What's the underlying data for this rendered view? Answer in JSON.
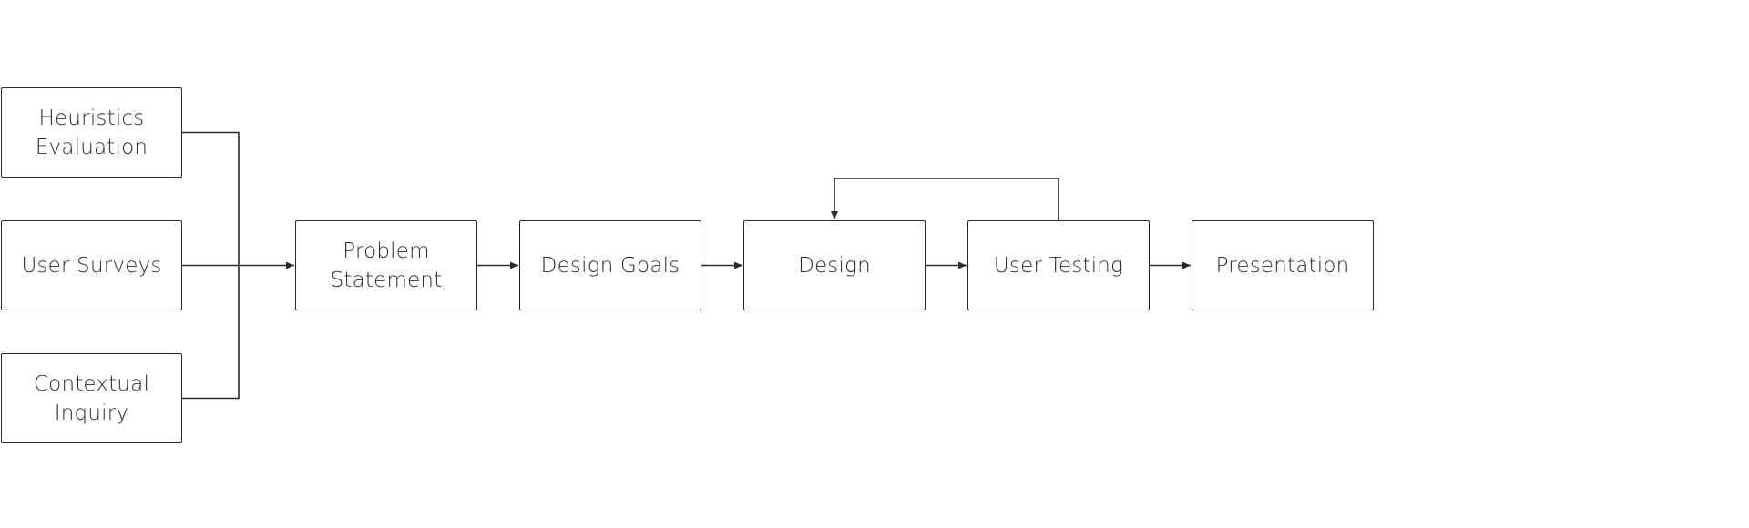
{
  "diagram": {
    "nodes": {
      "heuristics": "Heuristics\nEvaluation",
      "surveys": "User Surveys",
      "inquiry": "Contextual\nInquiry",
      "problem": "Problem\nStatement",
      "goals": "Design Goals",
      "design": "Design",
      "testing": "User Testing",
      "presentation": "Presentation"
    },
    "edges": [
      {
        "from": "heuristics",
        "to": "problem"
      },
      {
        "from": "surveys",
        "to": "problem"
      },
      {
        "from": "inquiry",
        "to": "problem"
      },
      {
        "from": "problem",
        "to": "goals"
      },
      {
        "from": "goals",
        "to": "design"
      },
      {
        "from": "design",
        "to": "testing"
      },
      {
        "from": "testing",
        "to": "presentation"
      },
      {
        "from": "testing",
        "to": "design"
      }
    ],
    "colors": {
      "stroke": "#2b2b2b",
      "background": "#ffffff"
    }
  }
}
